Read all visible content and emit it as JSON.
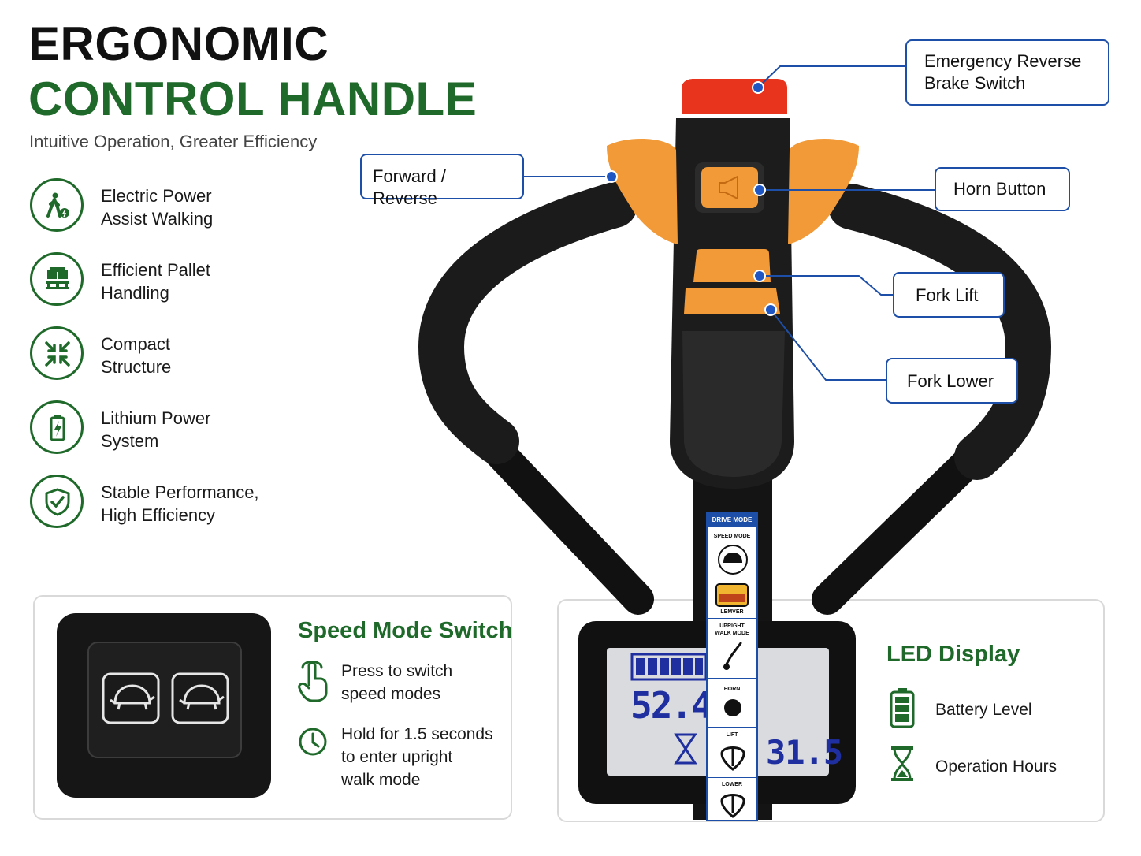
{
  "header": {
    "title_line1": "ERGONOMIC",
    "title_line2": "CONTROL HANDLE",
    "subtitle": "Intuitive Operation, Greater Efficiency"
  },
  "features": [
    {
      "line1": "Electric Power",
      "line2": "Assist Walking",
      "icon": "walking-person-icon"
    },
    {
      "line1": "Efficient Pallet",
      "line2": "Handling",
      "icon": "pallet-boxes-icon"
    },
    {
      "line1": "Compact",
      "line2": "Structure",
      "icon": "compress-arrows-icon"
    },
    {
      "line1": "Lithium Power",
      "line2": "System",
      "icon": "battery-icon"
    },
    {
      "line1": "Stable Performance,",
      "line2": "High Efficiency",
      "icon": "shield-check-icon"
    }
  ],
  "callouts": {
    "emergency_line1": "Emergency Reverse",
    "emergency_line2": "Brake Switch",
    "forward_reverse": "Forward / Reverse",
    "horn": "Horn Button",
    "fork_lift": "Fork Lift",
    "fork_lower": "Fork Lower"
  },
  "speed_panel": {
    "title": "Speed Mode Switch",
    "item1_line1": "Press to switch",
    "item1_line2": "speed modes",
    "item2_line1": "Hold for 1.5 seconds",
    "item2_line2": "to enter upright",
    "item2_line3": "walk mode"
  },
  "led_panel": {
    "title": "LED Display",
    "item1": "Battery Level",
    "item2": "Operation Hours",
    "voltage": "52.4v",
    "hours": "31.5"
  },
  "drive_strip": {
    "header": "DRIVE MODE",
    "speed_mode": "SPEED MODE",
    "lower_label_top": "LEMVER",
    "upright_line1": "UPRIGHT",
    "upright_line2": "WALK MODE",
    "horn": "HORN",
    "lift": "LIFT",
    "lower": "LOWER"
  },
  "colors": {
    "brand_green": "#1f6a2a",
    "callout_blue": "#1e4fa8",
    "handle_orange": "#f29a38",
    "brake_red": "#e8331d"
  }
}
